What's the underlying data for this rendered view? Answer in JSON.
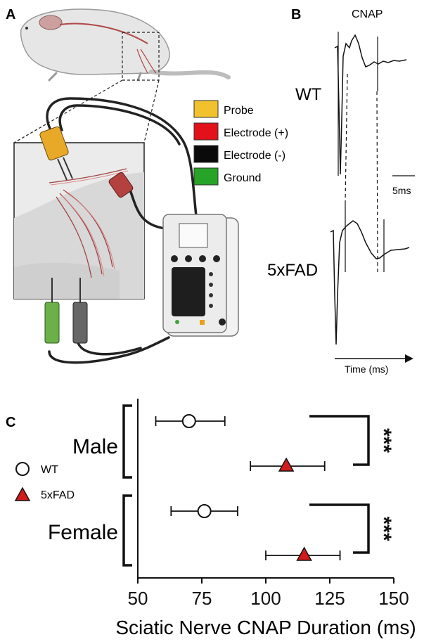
{
  "panels": {
    "a": "A",
    "b": "B",
    "c": "C"
  },
  "panel_a": {
    "legend": [
      {
        "label": "Probe",
        "color": "#f2c12e"
      },
      {
        "label": "Electrode (+)",
        "color": "#e3121a"
      },
      {
        "label": "Electrode (-)",
        "color": "#0a0a0a"
      },
      {
        "label": "Ground",
        "color": "#27a327"
      }
    ]
  },
  "panel_b": {
    "title": "CNAP",
    "traces": {
      "wt": "WT",
      "fad": "5xFAD"
    },
    "scale_bar": "5ms",
    "time_axis": "Time (ms)"
  },
  "chart_data": {
    "type": "scatter",
    "orientation": "horizontal",
    "xlabel": "Sciatic Nerve CNAP Duration (ms)",
    "xlim": [
      50,
      150
    ],
    "xticks": [
      50,
      75,
      100,
      125,
      150
    ],
    "groups": [
      "Male",
      "Female"
    ],
    "series": [
      {
        "name": "WT",
        "marker": "circle",
        "color": "#ffffff",
        "points": [
          {
            "group": "Male",
            "mean": 70,
            "err_low": 57,
            "err_high": 84
          },
          {
            "group": "Female",
            "mean": 76,
            "err_low": 63,
            "err_high": 89
          }
        ]
      },
      {
        "name": "5xFAD",
        "marker": "triangle",
        "color": "#d31b1b",
        "points": [
          {
            "group": "Male",
            "mean": 108,
            "err_low": 94,
            "err_high": 123
          },
          {
            "group": "Female",
            "mean": 115,
            "err_low": 100,
            "err_high": 129
          }
        ]
      }
    ],
    "significance": [
      {
        "group": "Male",
        "label": "***"
      },
      {
        "group": "Female",
        "label": "***"
      }
    ],
    "legend_position": "left",
    "grid": false
  }
}
